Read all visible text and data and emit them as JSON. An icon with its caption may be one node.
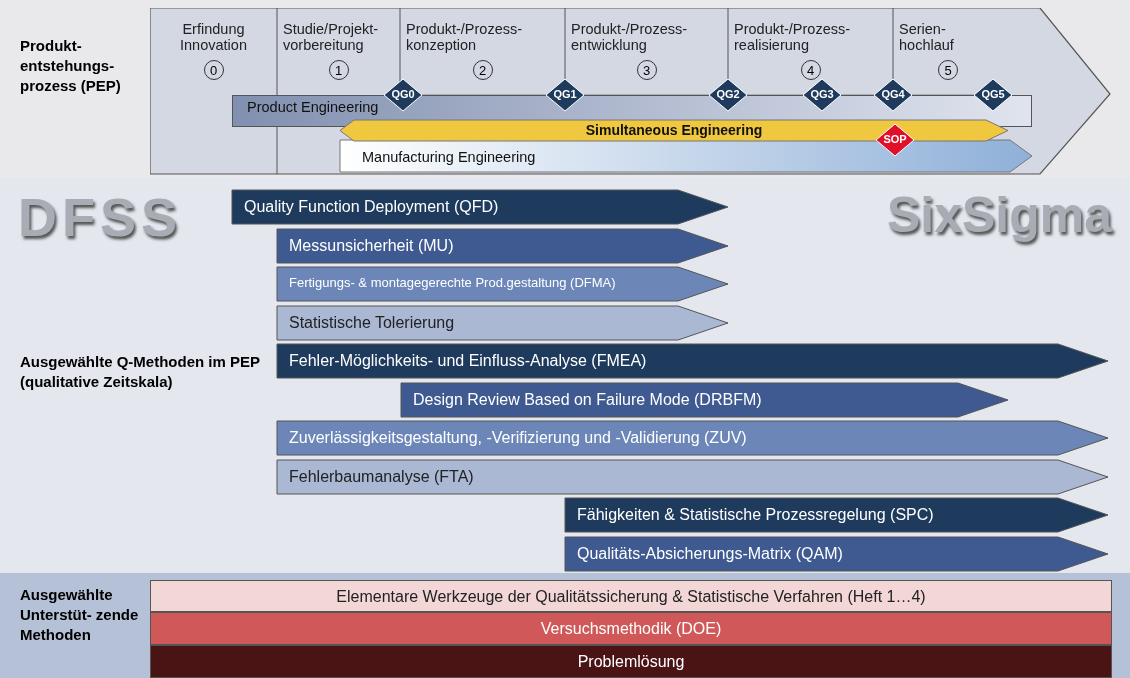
{
  "diagram": {
    "nodes": [
      {
        "text": [
          "Erfindung Innovation",
          "0"
        ]
      },
      {
        "text": [
          "Studie/Projekt- vorbereitung",
          "1"
        ]
      },
      {
        "text": [
          "Produkt-/Prozess- konzeption",
          "2"
        ]
      },
      {
        "text": [
          "Produkt-/Prozess- entwicklung",
          "3"
        ]
      },
      {
        "text": [
          "Produkt-/Prozess- realisierung",
          "4"
        ]
      },
      {
        "text": [
          "Serien- hochlauf",
          "5"
        ]
      },
      {
        "text": [
          "QG0"
        ]
      },
      {
        "text": [
          "QG1"
        ]
      },
      {
        "text": [
          "QG2"
        ]
      },
      {
        "text": [
          "QG3"
        ]
      },
      {
        "text": [
          "QG4"
        ]
      },
      {
        "text": [
          "QG5"
        ]
      },
      {
        "text": [
          "Product Engineering"
        ]
      },
      {
        "text": [
          "Simultaneous Engineering"
        ]
      },
      {
        "text": [
          "Manufacturing Engineering"
        ]
      },
      {
        "text": [
          "SOP"
        ]
      },
      {
        "text": [
          "Quality Function Deployment (QFD)"
        ]
      },
      {
        "text": [
          "Messunsicherheit (MU)"
        ]
      },
      {
        "text": [
          "Fertigungs- & montagegerechte Prod.gestaltung (DFMA)"
        ]
      },
      {
        "text": [
          "Statistische Tolerierung"
        ]
      },
      {
        "text": [
          "Fehler-Möglichkeits- und Einfluss-Analyse (FMEA)"
        ]
      },
      {
        "text": [
          "Design Review Based on Failure Mode (DRBFM)"
        ]
      },
      {
        "text": [
          "Zuverlässigkeitsgestaltung, -Verifizierung und -Validierung (ZUV)"
        ]
      },
      {
        "text": [
          "Fehlerbaumanalyse (FTA)"
        ]
      },
      {
        "text": [
          "Fähigkeiten & Statistische Prozessregelung (SPC)"
        ]
      },
      {
        "text": [
          "Qualitäts-Absicherungs-Matrix (QAM)"
        ]
      },
      {
        "text": [
          "Elementare Werkzeuge der Qualitätssicherung & Statistische Verfahren (Heft 1…4)"
        ]
      },
      {
        "text": [
          "Versuchsmethodik (DOE)"
        ]
      },
      {
        "text": [
          "Problemlösung"
        ]
      }
    ],
    "labels": [
      "Produkt- entstehungs- prozess (PEP)",
      "DFSS",
      "SixSigma",
      "Ausgewählte Q-Methoden im PEP (qualitative Zeitskala)",
      "Ausgewählte Unterstüt- zende Methoden"
    ]
  }
}
